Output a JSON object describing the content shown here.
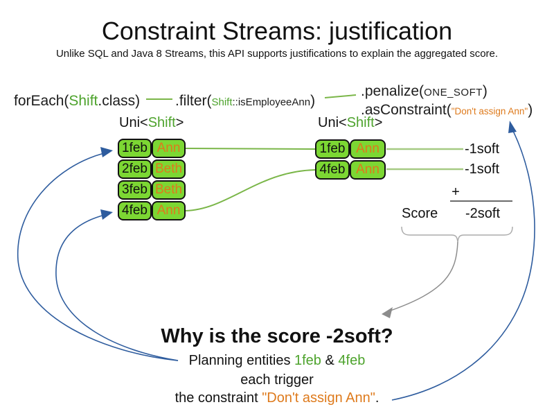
{
  "colors": {
    "green_fill": "#7cd733",
    "green_text": "#4da32c",
    "green_line": "#7ab648",
    "green_line_light": "#a6ca83",
    "orange": "#de7a1c",
    "blue": "#2e5c9e",
    "gray": "#8c8c8c"
  },
  "header": {
    "title": "Constraint Streams: justification",
    "subtitle": "Unlike SQL and Java 8 Streams, this API supports justifications to explain the aggregated score."
  },
  "code": {
    "foreach": {
      "pre": "forEach(",
      "type": "Shift",
      "post": ".class)"
    },
    "filter": {
      "pre": ".filter(",
      "type": "Shift",
      "method": "::isEmployeeAnn",
      "post": ")"
    },
    "penalize": {
      "pre": ".penalize(",
      "arg": "ONE_SOFT",
      "post": ")"
    },
    "as_constraint": {
      "pre": ".asConstraint(",
      "arg": "\"Don't assign Ann\"",
      "post": ")"
    }
  },
  "left_stream": {
    "label": {
      "pre": "Uni<",
      "type": "Shift",
      "post": ">"
    },
    "rows": [
      {
        "date": "1feb",
        "employee": "Ann"
      },
      {
        "date": "2feb",
        "employee": "Beth"
      },
      {
        "date": "3feb",
        "employee": "Beth"
      },
      {
        "date": "4feb",
        "employee": "Ann"
      }
    ]
  },
  "right_stream": {
    "label": {
      "pre": "Uni<",
      "type": "Shift",
      "post": ">"
    },
    "rows": [
      {
        "date": "1feb",
        "employee": "Ann"
      },
      {
        "date": "4feb",
        "employee": "Ann"
      }
    ]
  },
  "score_panel": {
    "penalties": [
      "-1soft",
      "-1soft"
    ],
    "plus": "+",
    "score_label": "Score",
    "total": "-2soft"
  },
  "explanation": {
    "question": "Why is the score -2soft?",
    "line1": {
      "pre": "Planning entities ",
      "entity1": "1feb",
      "mid": " & ",
      "entity2": "4feb"
    },
    "line2": "each trigger",
    "line3": {
      "pre": "the constraint ",
      "constraint": "\"Don't assign Ann\"",
      "post": "."
    }
  }
}
